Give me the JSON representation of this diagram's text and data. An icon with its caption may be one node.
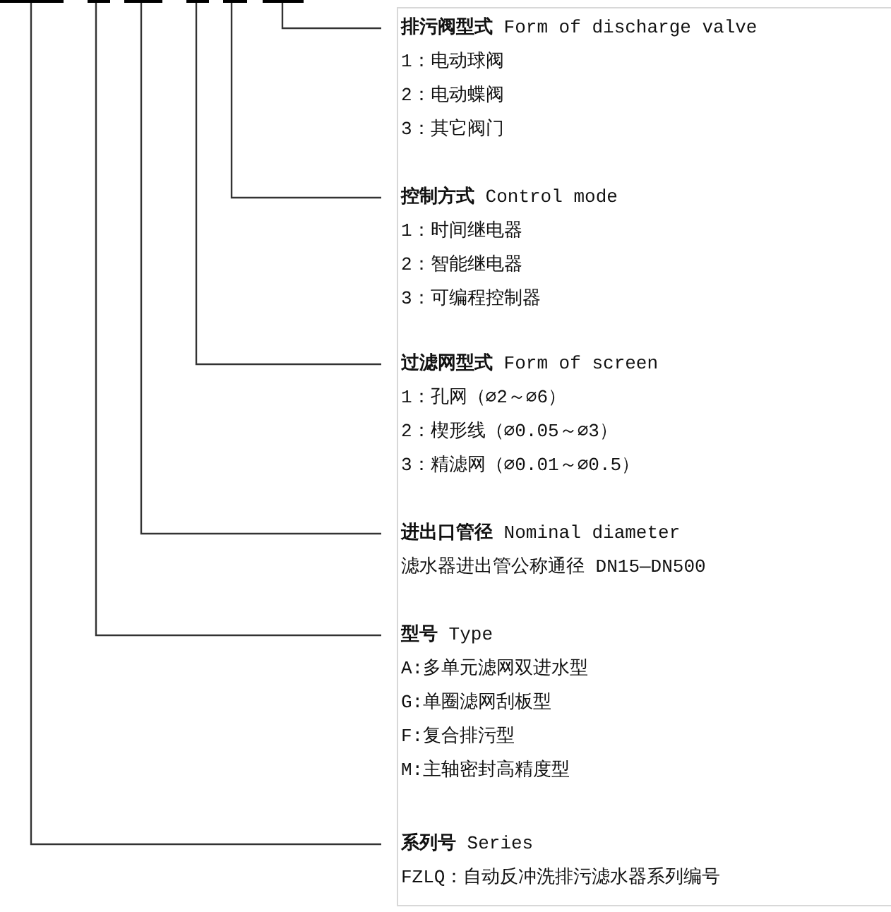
{
  "diagram": {
    "nodes": [
      {
        "text": [],
        "shape": "bar"
      },
      {
        "text": [],
        "shape": "bar"
      },
      {
        "text": [],
        "shape": "bar"
      },
      {
        "text": [],
        "shape": "bar"
      },
      {
        "text": [],
        "shape": "bar"
      },
      {
        "text": [],
        "shape": "bar"
      },
      {
        "text": [
          "**排污阀型式** Form of discharge valve",
          "1：电动球阀",
          "2：电动蝶阀",
          "3：其它阀门"
        ]
      },
      {
        "text": [
          "**控制方式** Control mode",
          "1：时间继电器",
          "2：智能继电器",
          "3：可编程控制器"
        ]
      },
      {
        "text": [
          "**过滤网型式** Form of screen",
          "1：孔网（⌀2～⌀6）",
          "2：楔形线（⌀0.05～⌀3）",
          "3：精滤网（⌀0.01～⌀0.5）"
        ]
      },
      {
        "text": [
          "**进出口管径** Nominal diameter",
          "滤水器进出管公称通径 DN15—DN500"
        ]
      },
      {
        "text": [
          "**型号** Type",
          "A:多单元滤网双进水型",
          "G:单圈滤网刮板型",
          "F:复合排污型",
          "M:主轴密封高精度型"
        ]
      },
      {
        "text": [
          "**系列号** Series",
          "FZLQ：自动反冲洗排污滤水器系列编号"
        ]
      }
    ],
    "edges": [
      {
        "from": 5,
        "to": 6,
        "arrow": "none"
      },
      {
        "from": 4,
        "to": 7,
        "arrow": "none"
      },
      {
        "from": 3,
        "to": 8,
        "arrow": "none"
      },
      {
        "from": 2,
        "to": 9,
        "arrow": "none"
      },
      {
        "from": 1,
        "to": 10,
        "arrow": "none"
      },
      {
        "from": 0,
        "to": 11,
        "arrow": "none"
      }
    ]
  }
}
